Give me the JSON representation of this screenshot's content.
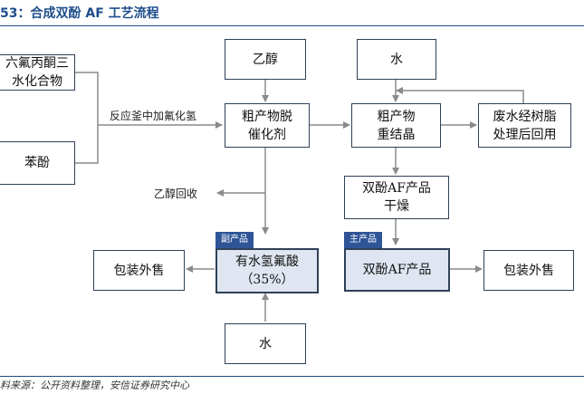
{
  "figure": {
    "title": "53：合成双酚 AF 工艺流程",
    "source": "料来源：公开资料整理，安信证券研究中心"
  },
  "nodes": {
    "hexafluoroacetone_l1": "六氟丙酮三",
    "hexafluoroacetone_l2": "水化合物",
    "phenol": "苯酚",
    "ethanol_top": "乙醇",
    "water_top": "水",
    "crude_dehydrate_l1": "粗产物脱",
    "crude_dehydrate_l2": "催化剂",
    "crude_recryst_l1": "粗产物",
    "crude_recryst_l2": "重结晶",
    "resin_l1": "废水经树脂",
    "resin_l2": "处理后回用",
    "bpaf_dry_l1": "双酚AF产品",
    "bpaf_dry_l2": "干燥",
    "hf_acid_l1": "有水氢氟酸",
    "hf_acid_l2": "（35%）",
    "bpaf_main": "双酚AF产品",
    "package_left": "包装外售",
    "package_right": "包装外售",
    "water_bottom": "水"
  },
  "labels": {
    "reactor": "反应釜中加氟化氢",
    "ethanol_recovery": "乙醇回收",
    "byproduct_tag": "副产品",
    "mainproduct_tag": "主产品"
  },
  "colors": {
    "accent": "#1f4e8c",
    "tag_bg": "#2f5597",
    "highlight_bg": "#dfe6f1",
    "line": "#8a8a8a"
  }
}
